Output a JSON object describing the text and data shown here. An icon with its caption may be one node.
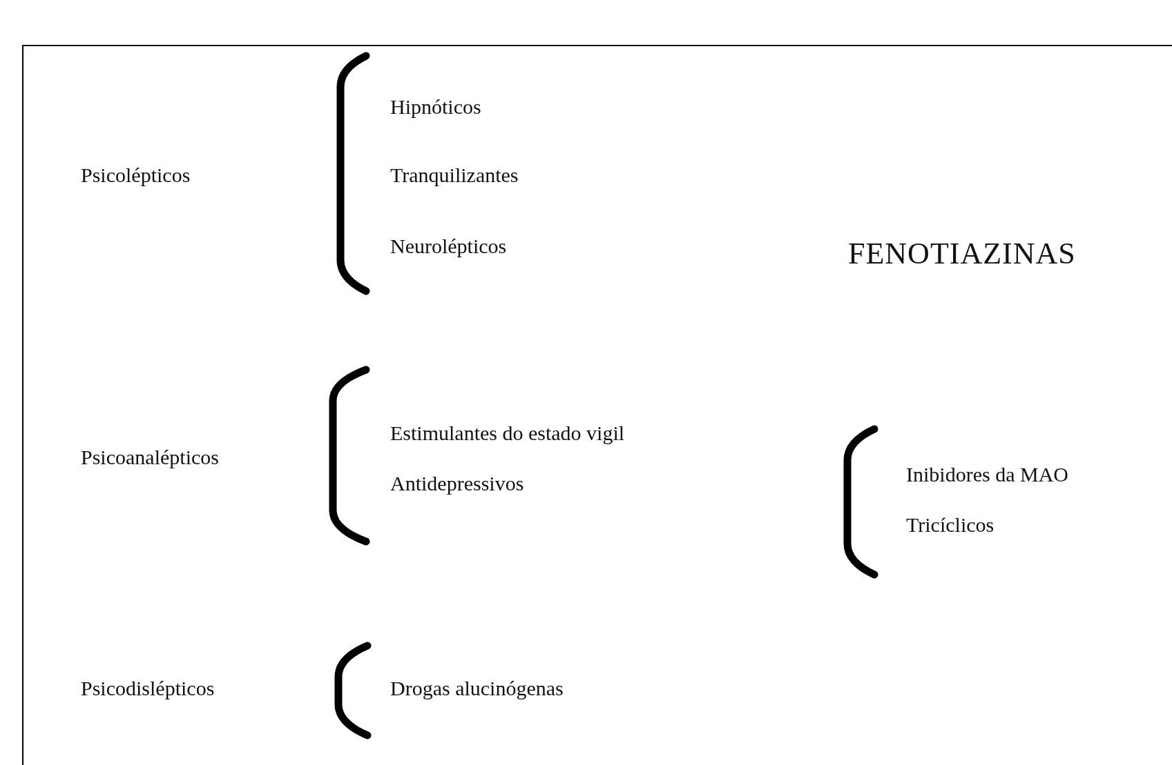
{
  "diagram": {
    "labels": [
      "Psicolépticos",
      "Hipnóticos",
      "Tranquilizantes",
      "Neurolépticos",
      "FENOTIAZINAS",
      "Psicoanalépticos",
      "Estimulantes do estado vigil",
      "Antidepressivos",
      "Inibidores da MAO",
      "Tricíclicos",
      "Psicodislépticos",
      "Drogas alucinógenas"
    ]
  }
}
